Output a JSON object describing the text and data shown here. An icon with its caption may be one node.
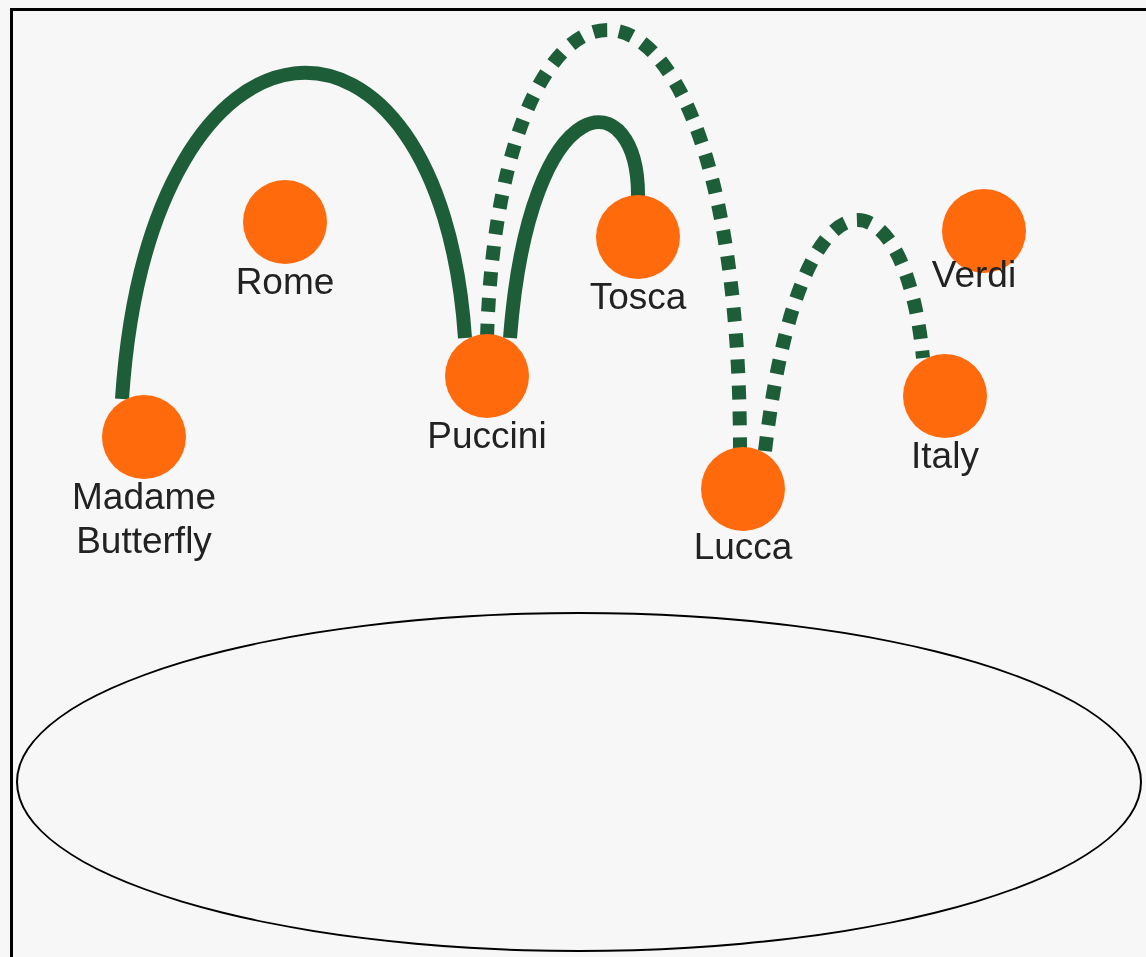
{
  "diagram": {
    "nodes": [
      {
        "text": [
          "Rome"
        ]
      },
      {
        "text": [
          "Tosca"
        ]
      },
      {
        "text": [
          "Verdi"
        ]
      },
      {
        "text": [
          "Madame Butterfly"
        ]
      },
      {
        "text": [
          "Puccini"
        ]
      },
      {
        "text": [
          "Italy"
        ]
      },
      {
        "text": [
          "Lucca"
        ]
      },
      {
        "text": [],
        "shape": "ellipse"
      }
    ],
    "edges": [
      {
        "from": 3,
        "to": 4,
        "arrow": "none"
      },
      {
        "from": 4,
        "to": 1,
        "arrow": "none"
      },
      {
        "from": 4,
        "to": 6,
        "arrow": "none",
        "style": "dashed"
      },
      {
        "from": 6,
        "to": 5,
        "arrow": "none",
        "style": "dashed"
      }
    ]
  }
}
